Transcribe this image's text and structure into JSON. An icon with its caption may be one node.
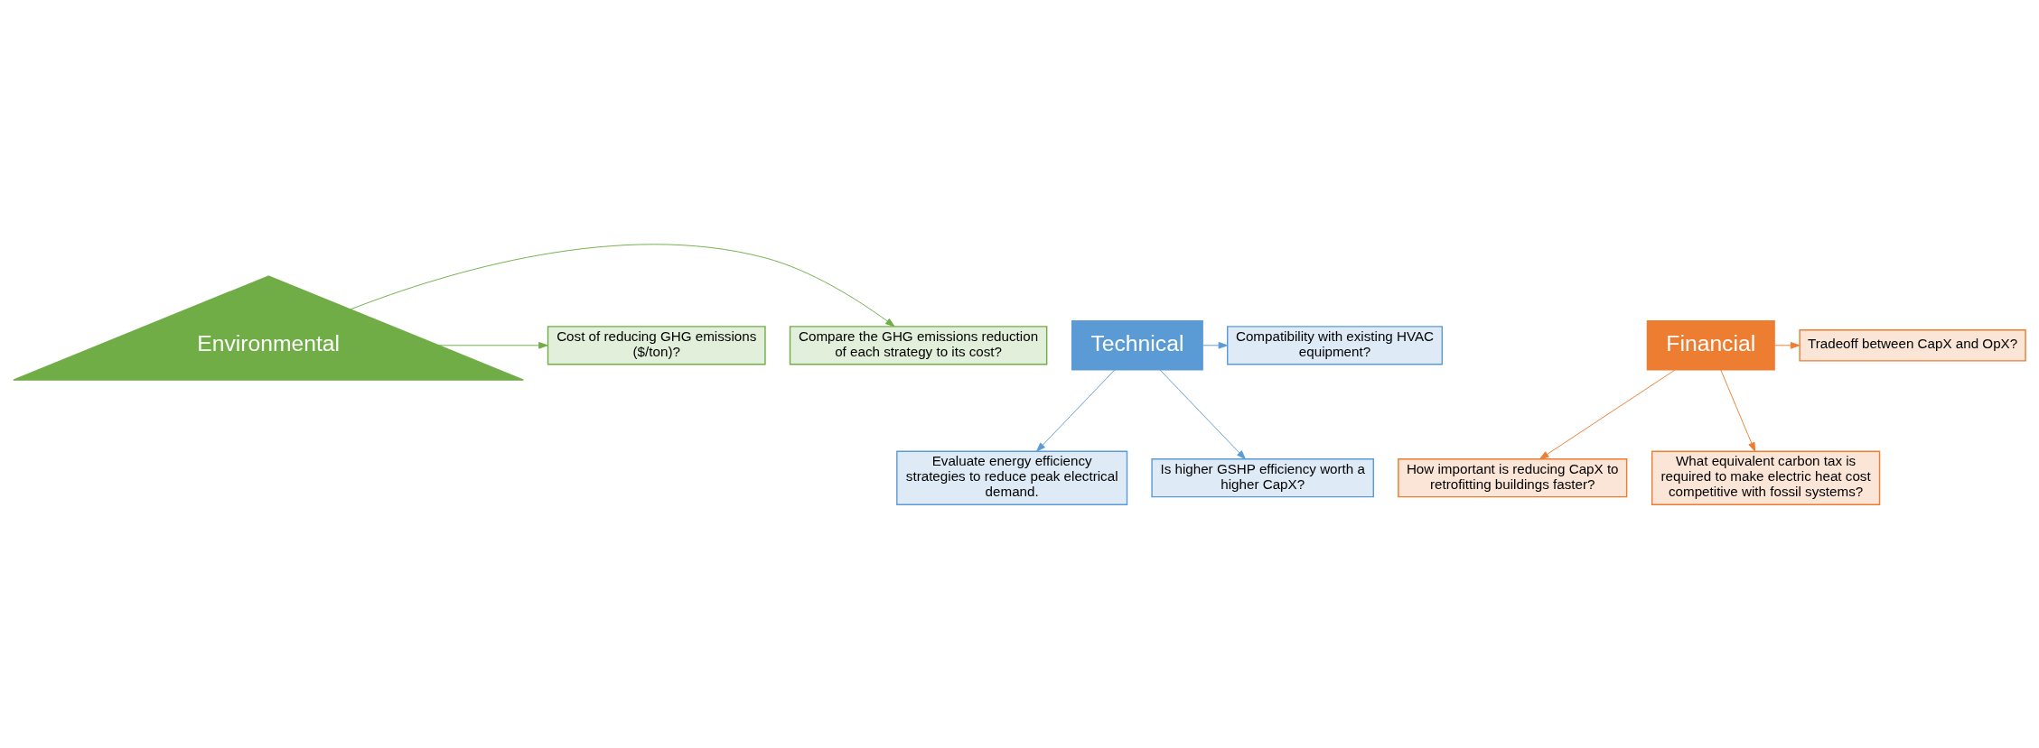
{
  "diagram": {
    "nodes": [
      {
        "text": [
          "Environmental"
        ]
      },
      {
        "text": [
          "Technical"
        ]
      },
      {
        "text": [
          "Financial"
        ]
      },
      {
        "text": [
          "Compare the GHG emissions reduction of each strategy to its cost?"
        ]
      },
      {
        "text": [
          "Cost of reducing GHG emissions ($/ton)?"
        ]
      },
      {
        "text": [
          "Compatibility with existing HVAC equipment?"
        ]
      },
      {
        "text": [
          "Evaluate energy efficiency strategies to reduce peak electrical demand."
        ]
      },
      {
        "text": [
          "Is higher GSHP efficiency worth a higher CapX?"
        ]
      },
      {
        "text": [
          "Tradeoff between CapX and OpX?"
        ]
      },
      {
        "text": [
          "How important is reducing CapX to retrofitting buildings faster?"
        ]
      },
      {
        "text": [
          "What equivalent carbon tax is required to make electric heat cost competitive with fossil systems?"
        ]
      }
    ],
    "edges": [
      {
        "from": 0,
        "to": 3,
        "arrow": "to",
        "color": "#70ad47"
      },
      {
        "from": 0,
        "to": 4,
        "arrow": "to",
        "color": "#70ad47"
      },
      {
        "from": 1,
        "to": 5,
        "arrow": "to",
        "color": "#5b9bd5"
      },
      {
        "from": 1,
        "to": 6,
        "arrow": "to",
        "color": "#5b9bd5"
      },
      {
        "from": 1,
        "to": 7,
        "arrow": "to",
        "color": "#5b9bd5"
      },
      {
        "from": 2,
        "to": 8,
        "arrow": "to",
        "color": "#ed7d31"
      },
      {
        "from": 2,
        "to": 9,
        "arrow": "to",
        "color": "#ed7d31"
      },
      {
        "from": 2,
        "to": 10,
        "arrow": "to",
        "color": "#ed7d31"
      }
    ]
  }
}
